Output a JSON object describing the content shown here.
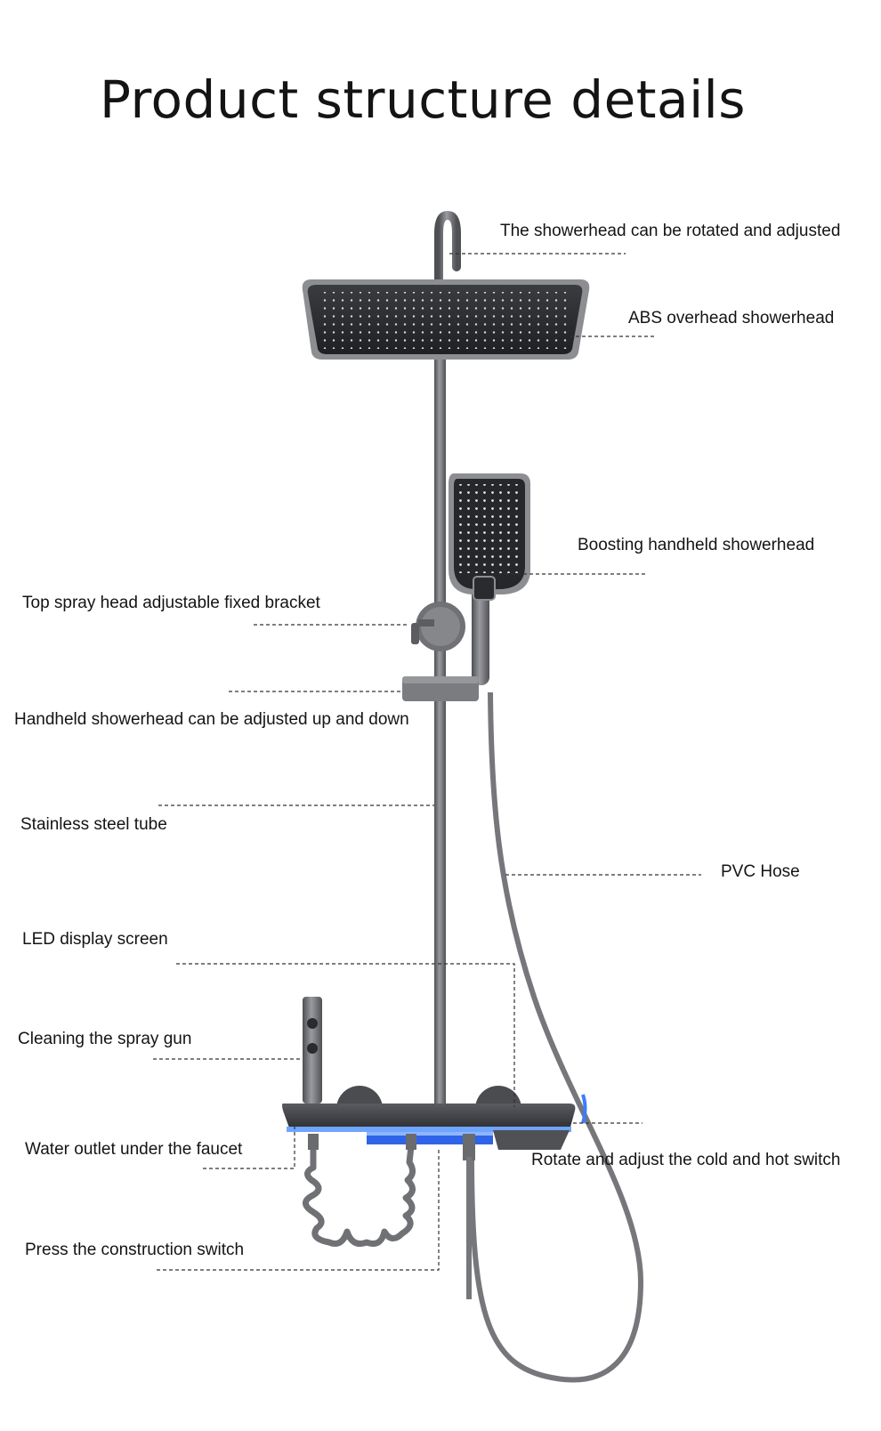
{
  "title": "Product structure details",
  "labels": {
    "rotate_showerhead": "The showerhead can be rotated and adjusted",
    "abs_overhead": "ABS overhead showerhead",
    "boosting_handheld": "Boosting handheld showerhead",
    "top_bracket": "Top spray head adjustable fixed bracket",
    "handheld_adjust": "Handheld showerhead can be adjusted up and down",
    "steel_tube": "Stainless steel tube",
    "pvc_hose": "PVC Hose",
    "led_screen": "LED display screen",
    "spray_gun": "Cleaning the spray gun",
    "water_outlet": "Water outlet under the faucet",
    "hot_cold_switch": "Rotate and adjust the cold and hot switch",
    "construction_switch": "Press the construction switch"
  },
  "colors": {
    "metal": "#6e6f73",
    "metal_dark": "#4a4b4f",
    "head": "#2e3034",
    "led": "#3d7bff",
    "leader": "#333333"
  }
}
